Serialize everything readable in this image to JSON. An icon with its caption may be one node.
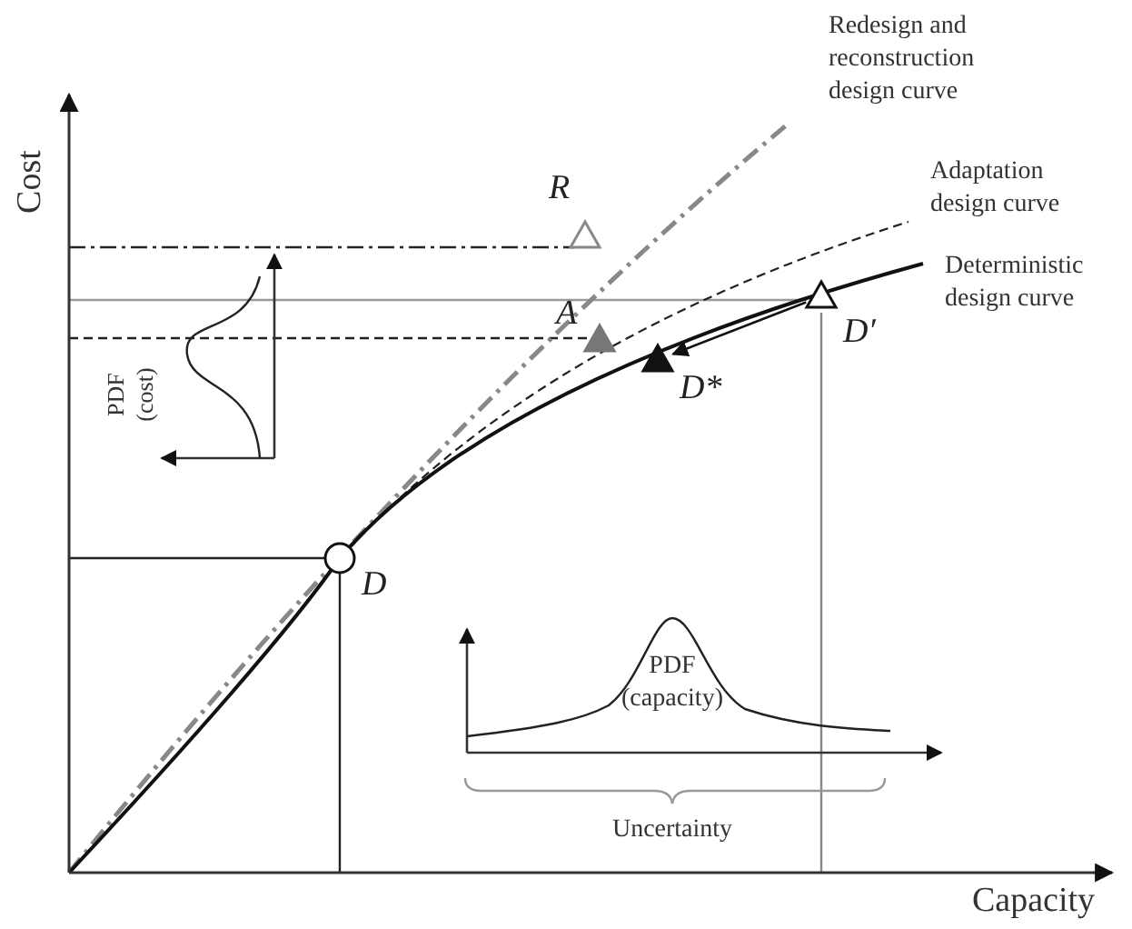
{
  "diagram": {
    "nodes": [
      {
        "text": [
          "R"
        ]
      },
      {
        "text": [
          "A"
        ]
      },
      {
        "text": [
          "D′"
        ]
      },
      {
        "text": [
          "D*"
        ]
      },
      {
        "text": [
          "D"
        ]
      }
    ],
    "edges": [
      {
        "from": 2,
        "to": 3,
        "arrow": "to"
      }
    ],
    "labels": [
      "Redesign and reconstruction design curve",
      "Cost",
      "Adaptation design curve",
      "Deterministic design curve",
      "PDF (cost)",
      "PDF (capacity)",
      "Uncertainty",
      "Capacity"
    ]
  }
}
